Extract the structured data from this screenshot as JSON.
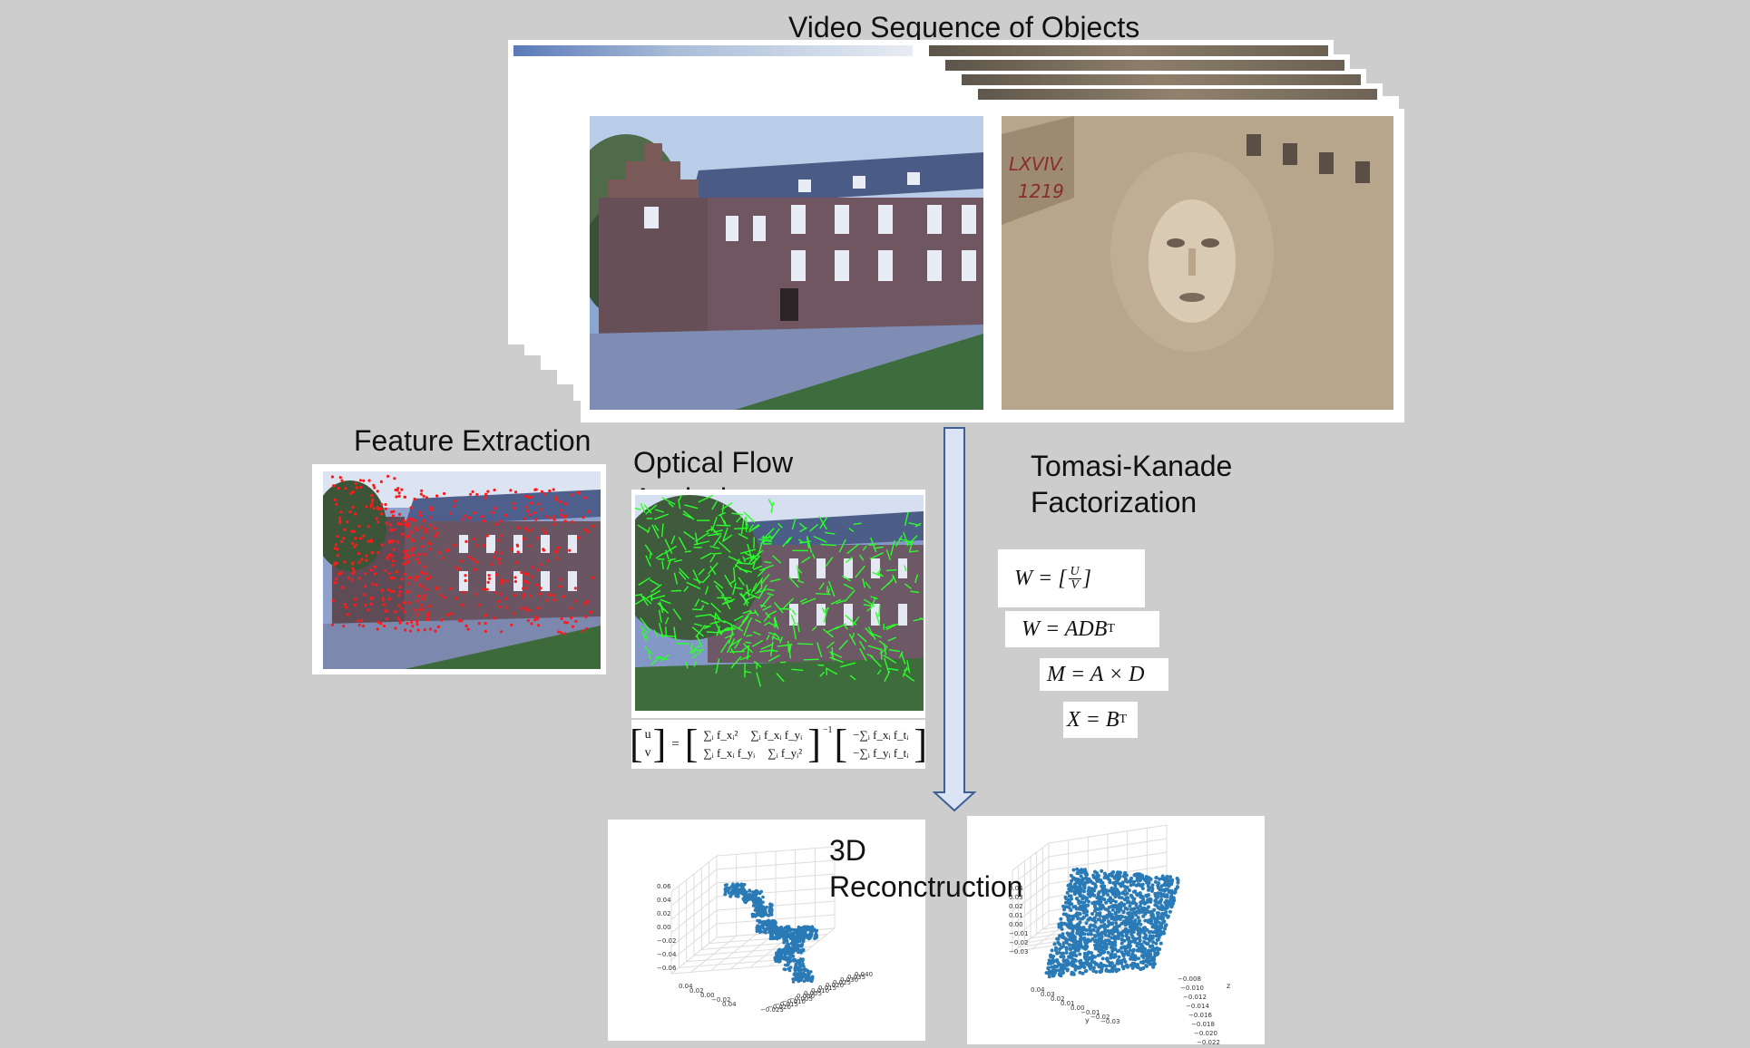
{
  "labels": {
    "video_sequence": "Video Sequence of Objects",
    "feature_extraction": "Feature Extraction",
    "optical_flow_line1": "Optical Flow",
    "optical_flow_line2": "Analysis",
    "tomasi_line1": "Tomasi-Kanade",
    "tomasi_line2": "Factorization",
    "recon_line1": "3D",
    "recon_line2": "Reconctruction"
  },
  "equations": {
    "w_lhs": "W = [",
    "w_num": "U",
    "w_den": "V",
    "w_rhs": "]",
    "adb": "W = ADB",
    "adb_sup": "T",
    "axd": "M = A × D",
    "xbt": "X = B",
    "xbt_sup": "T",
    "lk_uv_u": "u",
    "lk_uv_v": "v",
    "lk_m11": "∑ᵢ f_xᵢ²",
    "lk_m12": "∑ᵢ f_xᵢ f_yᵢ",
    "lk_m21": "∑ᵢ f_xᵢ f_yᵢ",
    "lk_m22": "∑ᵢ f_yᵢ²",
    "lk_inv": "−1",
    "lk_r1": "−∑ᵢ f_xᵢ f_tᵢ",
    "lk_r2": "−∑ᵢ f_yᵢ f_tᵢ"
  },
  "plot_left": {
    "z_ticks": [
      "0.06",
      "0.04",
      "0.02",
      "0.00",
      "−0.02",
      "−0.04",
      "−0.06"
    ],
    "x_ticks": [
      "0.04",
      "0.02",
      "0.00",
      "−0.02",
      "0.04"
    ],
    "y_ticks": [
      "−0.025",
      "−0.020",
      "−0.015",
      "−0.010",
      "−0.005",
      "0.000",
      "0.005",
      "0.010",
      "0.015",
      "0.020",
      "0.025",
      "0.030",
      "0.035",
      "0.040"
    ]
  },
  "plot_right": {
    "z_ticks": [
      "0.04",
      "0.03",
      "0.02",
      "0.01",
      "0.00",
      "−0.01",
      "−0.02",
      "−0.03"
    ],
    "x_ticks": [
      "0.04",
      "0.03",
      "0.02",
      "0.01",
      "0.00",
      "−0.01",
      "−0.02",
      "−0.03"
    ],
    "y_ticks": [
      "−0.008",
      "−0.010",
      "−0.012",
      "−0.014",
      "−0.016",
      "−0.018",
      "−0.020",
      "−0.022"
    ],
    "x_axis_label": "y",
    "y_axis_label": "z"
  },
  "colors": {
    "background": "#cdcdcd",
    "arrow_fill": "#dbe4f4",
    "arrow_stroke": "#3d5f96",
    "feature_points": "#ff1a1a",
    "flow_vectors": "#2bff2b",
    "scatter": "#2a7ab6"
  }
}
